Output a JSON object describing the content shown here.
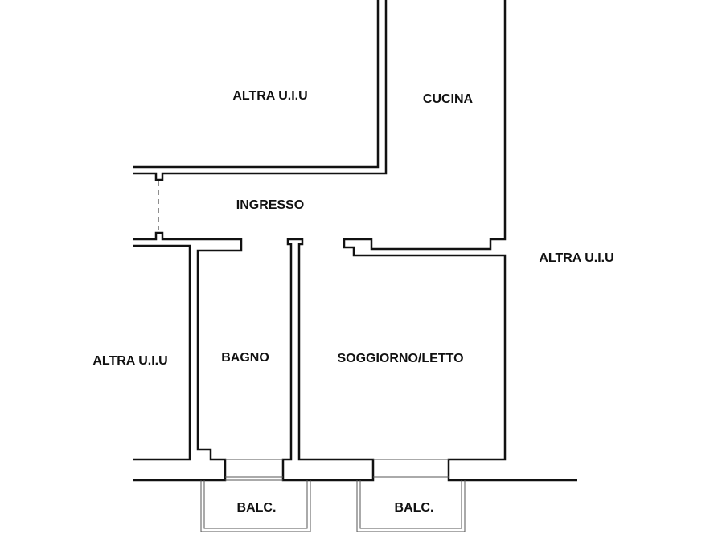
{
  "rooms": {
    "altra_top": "ALTRA U.I.U",
    "cucina": "CUCINA",
    "ingresso": "INGRESSO",
    "altra_right": "ALTRA U.I.U",
    "altra_left": "ALTRA U.I.U",
    "bagno": "BAGNO",
    "soggiorno": "SOGGIORNO/LETTO",
    "balc_left": "BALC.",
    "balc_right": "BALC."
  },
  "colors": {
    "wall": "#111111",
    "background": "#ffffff"
  }
}
